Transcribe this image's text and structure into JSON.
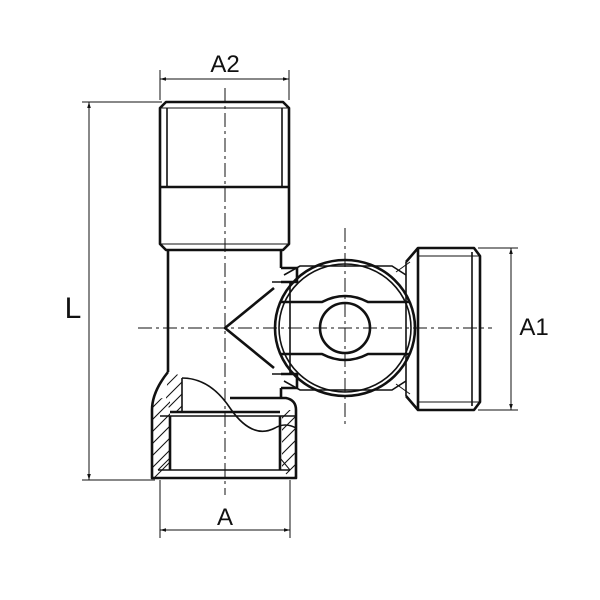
{
  "diagram": {
    "type": "technical-drawing",
    "subject": "angle valve with ball handle (side view)",
    "line_color": "#111111",
    "background": "#ffffff",
    "dimensions": {
      "A2": {
        "label": "A2",
        "description": "top male thread diameter"
      },
      "A1": {
        "label": "A1",
        "description": "side outlet thread diameter"
      },
      "A": {
        "label": "A",
        "description": "bottom female thread diameter"
      },
      "L": {
        "label": "L",
        "description": "overall height"
      }
    }
  }
}
